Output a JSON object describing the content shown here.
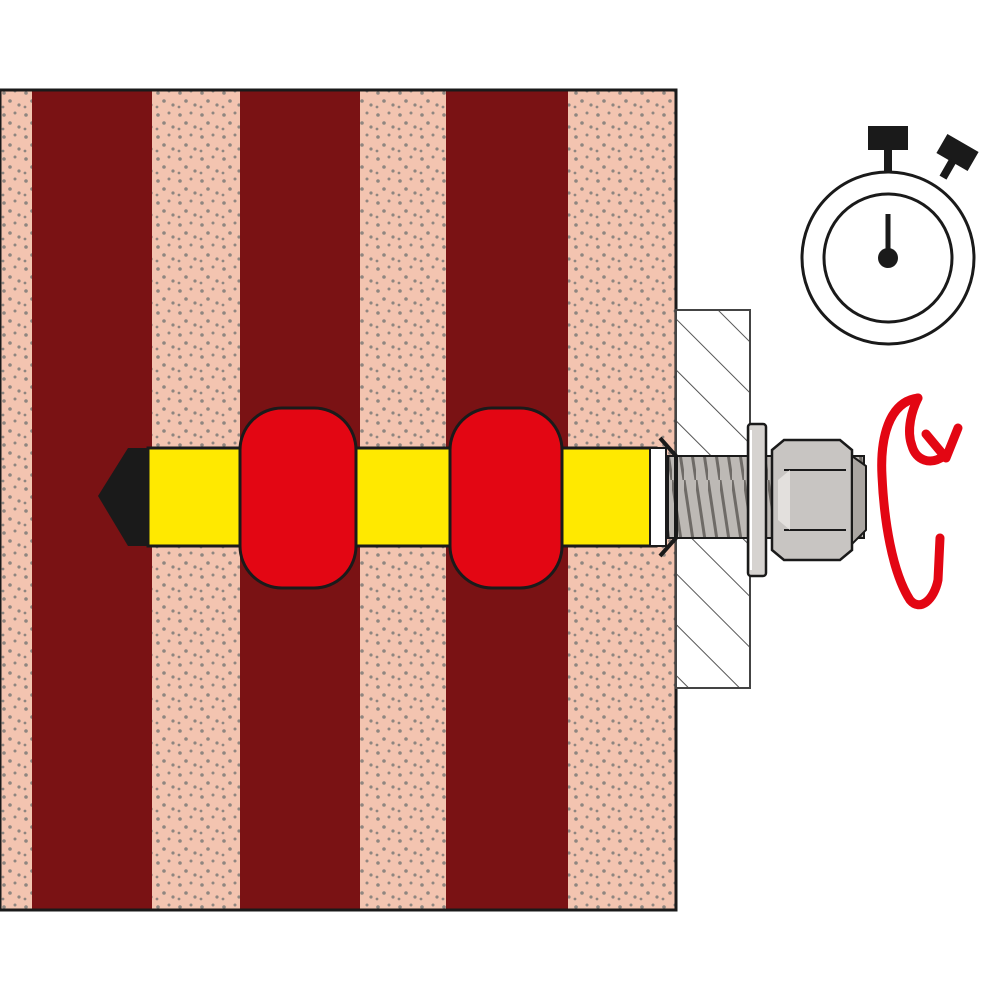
{
  "diagram": {
    "colors": {
      "background": "#ffffff",
      "brick": "#7a1214",
      "mortar": "#f3c4b0",
      "mortar_dots": "#8f8680",
      "outline": "#1a1a1a",
      "sleeve_yellow": "#ffe900",
      "plug_red": "#e30613",
      "rod_gray": "#bdb9b5",
      "washer_gray": "#d6d3d0",
      "nut_gray": "#c8c5c2",
      "fixture_fill": "#ffffff",
      "arrow_red": "#e30613",
      "clock_stroke": "#1a1a1a"
    },
    "icons": [
      "stopwatch-icon",
      "rotation-arrow-icon"
    ],
    "elements": [
      "masonry-wall",
      "anchor-sleeve",
      "threaded-rod",
      "washer",
      "hex-nut",
      "fixture-plate"
    ]
  }
}
